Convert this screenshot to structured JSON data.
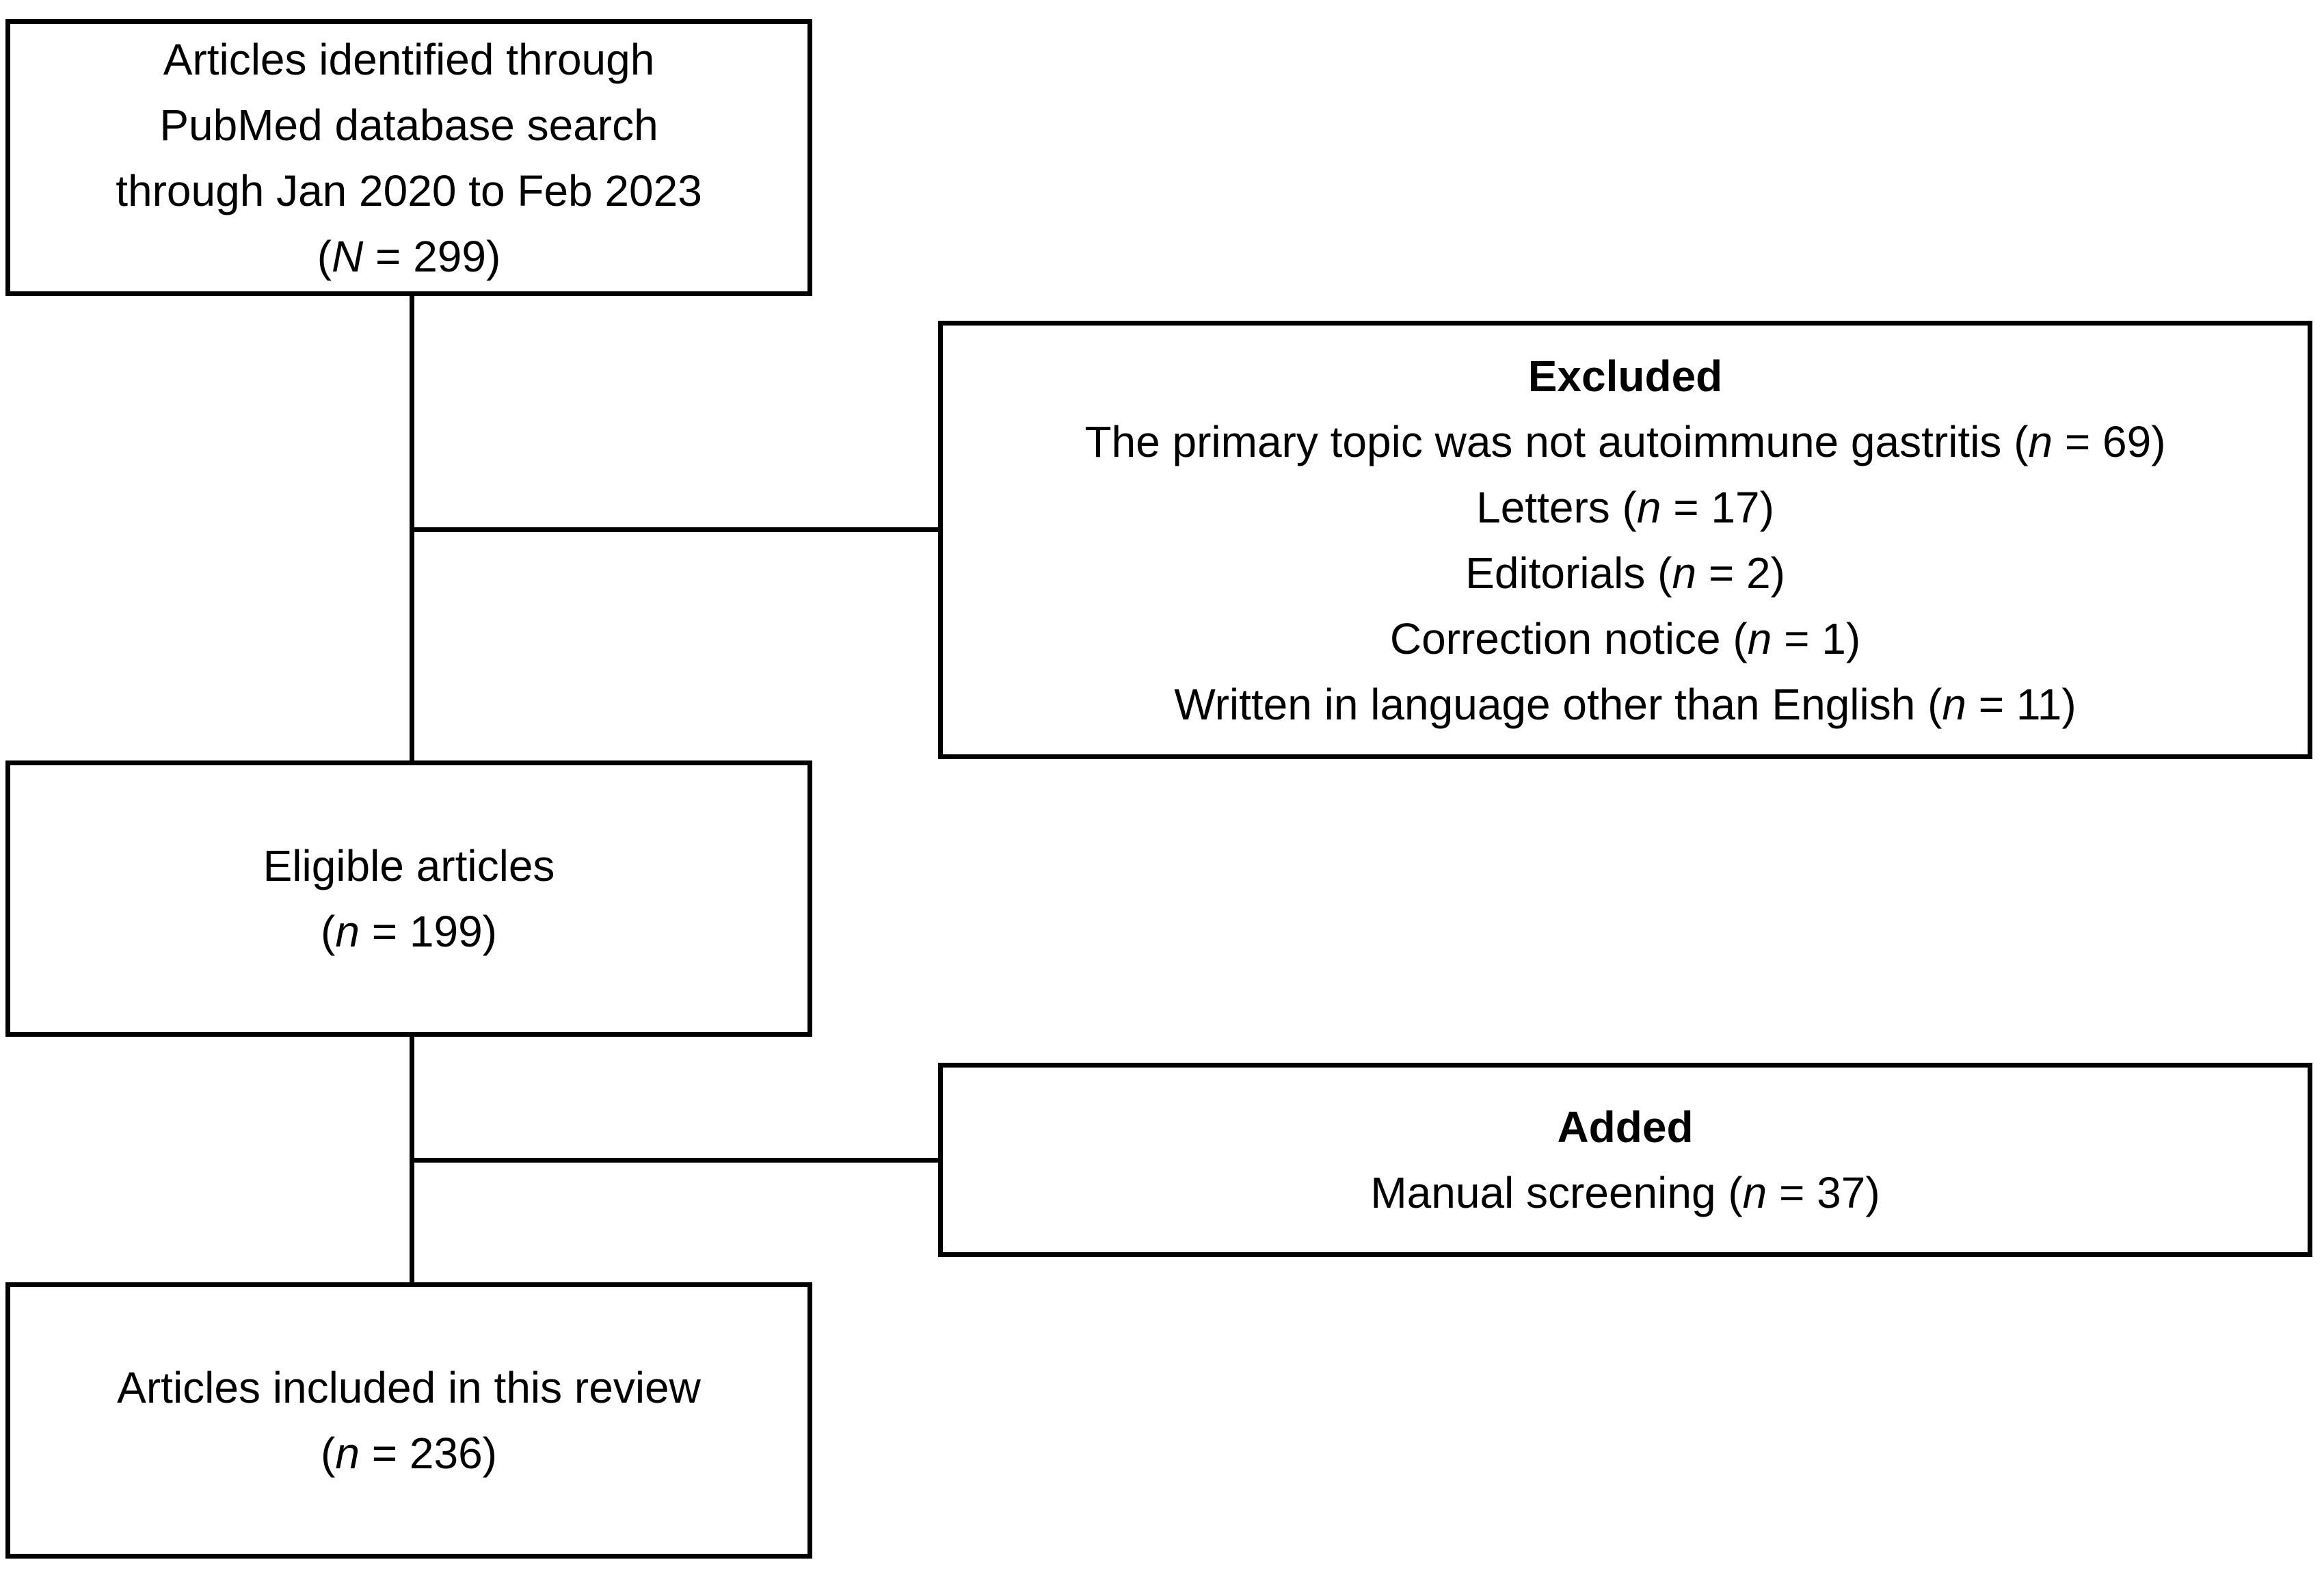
{
  "figure": {
    "background": "#ffffff",
    "line_color": "#000000",
    "boxes": {
      "identified": {
        "line1": "Articles identified through",
        "line2": "PubMed database search",
        "line3": "through Jan 2020 to Feb 2023",
        "count_prefix": "(",
        "count_var": "N",
        "count_suffix": " = 299)"
      },
      "excluded": {
        "title": "Excluded",
        "items": [
          {
            "prefix": "The primary topic was not autoimmune gastritis (",
            "var": "n",
            "suffix": " = 69)"
          },
          {
            "prefix": "Letters (",
            "var": "n",
            "suffix": " = 17)"
          },
          {
            "prefix": "Editorials (",
            "var": "n",
            "suffix": " = 2)"
          },
          {
            "prefix": "Correction notice (",
            "var": "n",
            "suffix": " = 1)"
          },
          {
            "prefix": "Written in language other than English (",
            "var": "n",
            "suffix": " = 11)"
          }
        ]
      },
      "eligible": {
        "line1": "Eligible articles",
        "count_prefix": "(",
        "count_var": "n",
        "count_suffix": " = 199)"
      },
      "added": {
        "title": "Added",
        "line_prefix": "Manual screening (",
        "line_var": "n",
        "line_suffix": " = 37)"
      },
      "included": {
        "line1": "Articles included in this review",
        "count_prefix": "(",
        "count_var": "n",
        "count_suffix": " = 236)"
      }
    }
  }
}
